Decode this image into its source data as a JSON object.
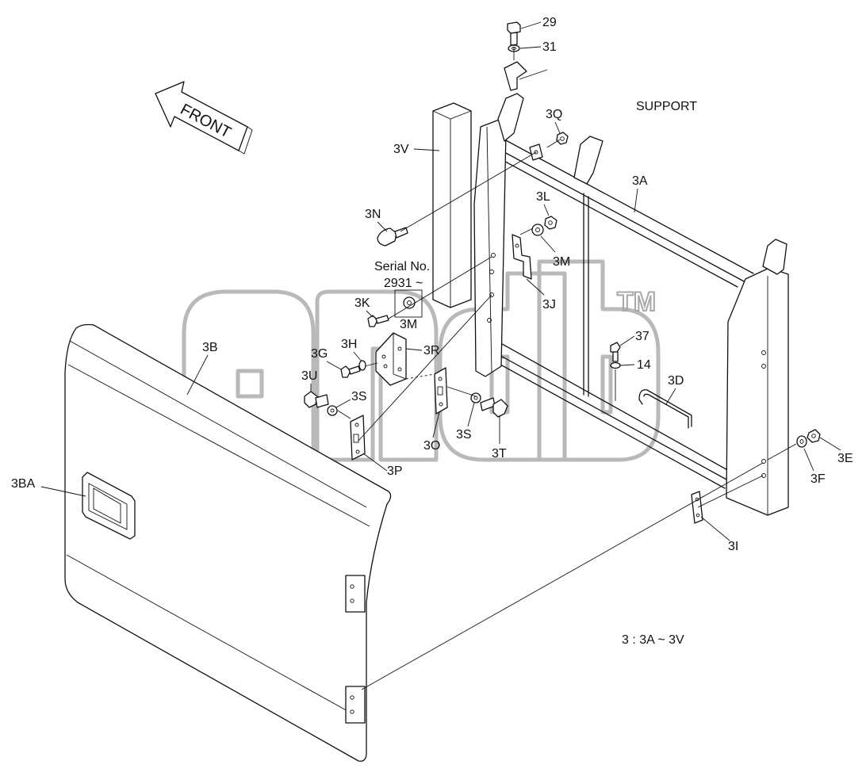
{
  "front_label": "FRONT",
  "support_label": "SUPPORT",
  "serial_note": [
    "Serial No.",
    "2931 ~"
  ],
  "range_note": "3 : 3A ~ 3V",
  "trademark": "TM",
  "watermark_text": "allb",
  "callouts": {
    "29": "29",
    "31": "31",
    "3Q": "3Q",
    "3V": "3V",
    "3A": "3A",
    "3L": "3L",
    "3N": "3N",
    "3M_upper": "3M",
    "3K": "3K",
    "3M_lower": "3M",
    "3J": "3J",
    "3B": "3B",
    "3H": "3H",
    "3R": "3R",
    "3G": "3G",
    "3U": "3U",
    "3S_left": "3S",
    "3S_right": "3S",
    "3O": "3O",
    "3T": "3T",
    "3P": "3P",
    "37": "37",
    "14": "14",
    "3D": "3D",
    "3E": "3E",
    "3F": "3F",
    "3I": "3I",
    "3BA": "3BA"
  }
}
